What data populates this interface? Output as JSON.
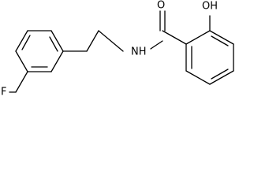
{
  "molecule": {
    "atoms": {
      "fluorine": "F",
      "amide_nitrogen": "NH",
      "carbonyl_oxygen": "O",
      "hydroxyl": "OH"
    }
  },
  "colors": {
    "background": "#ffffff",
    "bond": "#000000",
    "label": "#000000"
  }
}
